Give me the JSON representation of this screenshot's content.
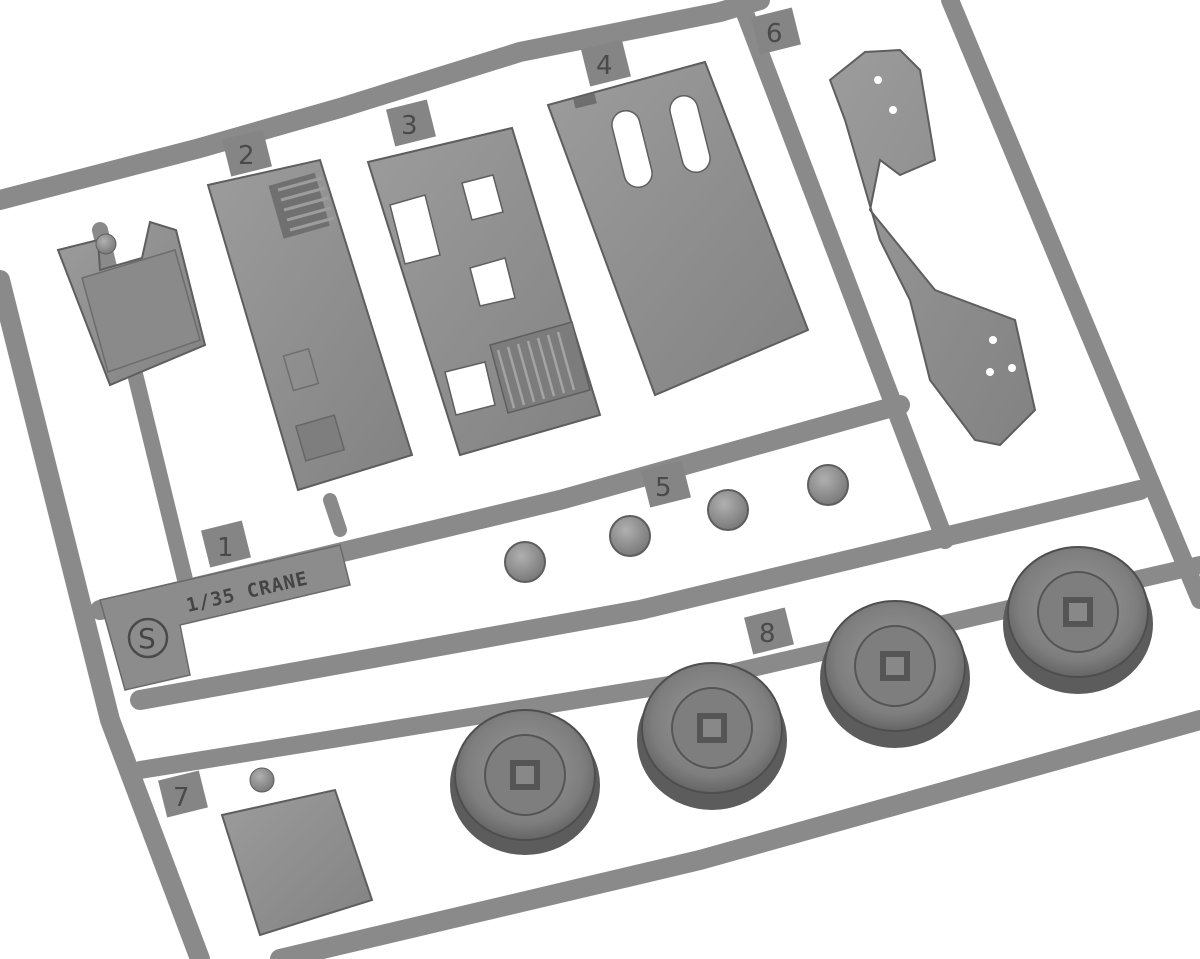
{
  "photo": {
    "subject": "plastic model kit sprue",
    "colors": {
      "background": "#ffffff",
      "plastic": "#8c8c8c",
      "plastic_light": "#a6a6a6",
      "plastic_dark": "#5e5e5e",
      "text": "#444444"
    }
  },
  "sprue": {
    "brand_mark": "S",
    "kit_name": "1/35 CRANE",
    "part_numbers": [
      "1",
      "2",
      "3",
      "4",
      "5",
      "6",
      "7",
      "8"
    ]
  }
}
